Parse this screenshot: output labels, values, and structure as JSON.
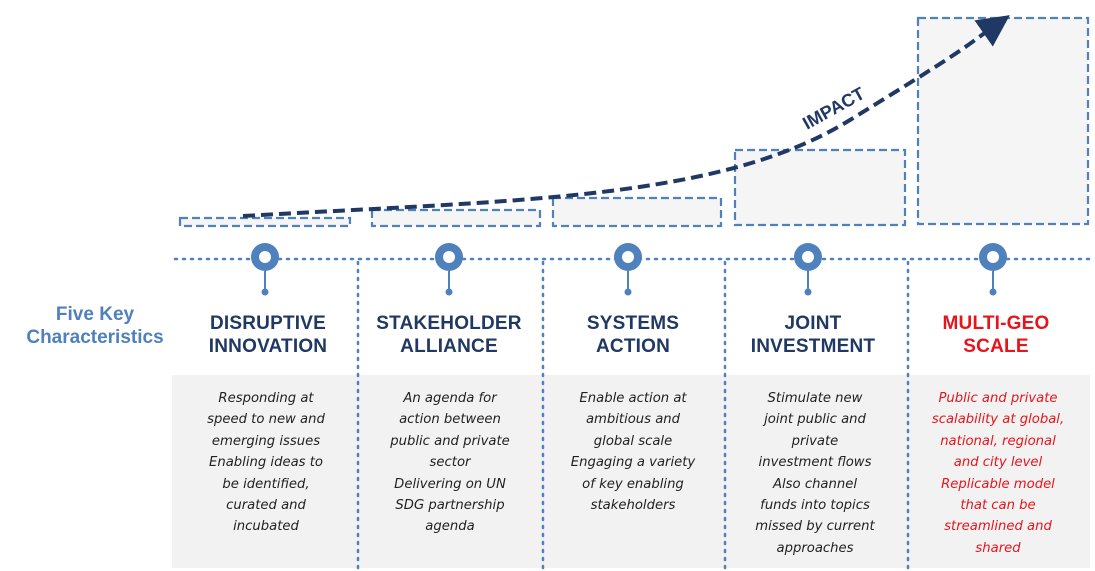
{
  "row_label": {
    "line1": "Five Key",
    "line2": "Characteristics"
  },
  "impact_label": "IMPACT",
  "columns": [
    {
      "title_line1": "DISRUPTIVE",
      "title_line2": "INNOVATION",
      "desc_lines": [
        "Responding at",
        "speed to new and",
        "emerging issues",
        "Enabling ideas to",
        "be identified,",
        "curated and",
        "incubated"
      ]
    },
    {
      "title_line1": "STAKEHOLDER",
      "title_line2": "ALLIANCE",
      "desc_lines": [
        "An agenda for",
        "action between",
        "public and private",
        "sector",
        "Delivering on UN",
        "SDG partnership",
        "agenda"
      ]
    },
    {
      "title_line1": "SYSTEMS",
      "title_line2": "ACTION",
      "desc_lines": [
        "Enable action at",
        "ambitious and",
        "global scale",
        "Engaging a variety",
        "of key enabling",
        "stakeholders"
      ]
    },
    {
      "title_line1": "JOINT",
      "title_line2": "INVESTMENT",
      "desc_lines": [
        "Stimulate new",
        "joint public and",
        "private",
        "investment flows",
        "Also  channel",
        "funds into topics",
        "missed by current",
        "approaches"
      ]
    },
    {
      "title_line1": "MULTI-GEO",
      "title_line2": "SCALE",
      "desc_lines": [
        "Public and private",
        "scalability at global,",
        "national, regional",
        "and city level",
        "Replicable model",
        "that can be",
        "streamlined and",
        "shared"
      ]
    }
  ],
  "colors": {
    "navy": "#1f3864",
    "blue": "#4f81bd",
    "red": "#e8141c",
    "panel": "#f2f2f2"
  },
  "icons": [
    "location-pin-icon"
  ]
}
